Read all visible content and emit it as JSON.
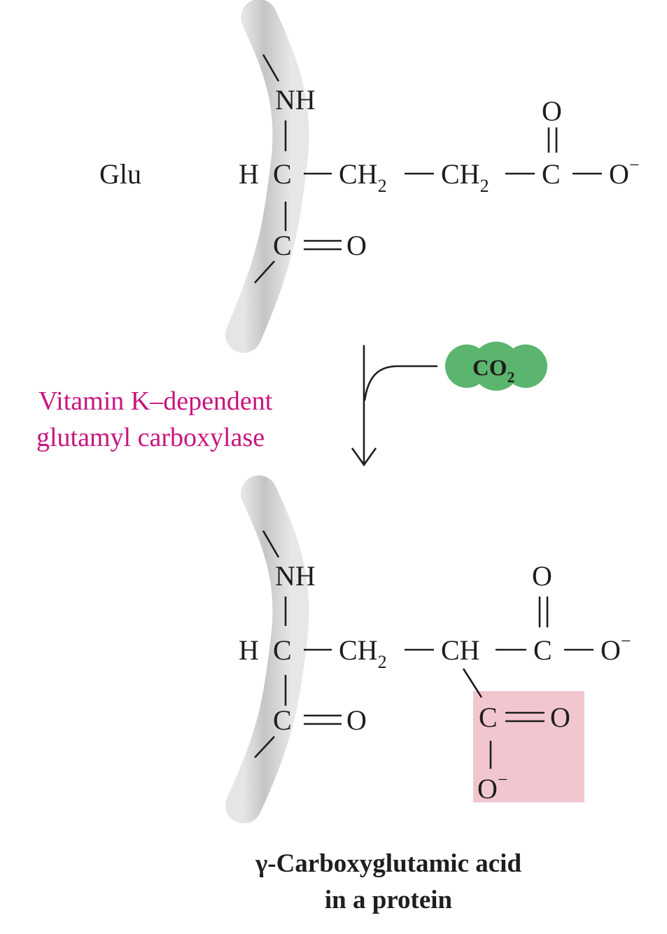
{
  "reactant": {
    "name": "Glu",
    "groups": {
      "nh": "NH",
      "h": "H",
      "c_alpha": "C",
      "ch2": "CH",
      "sub2": "2",
      "c_carboxyl": "C",
      "o_double": "O",
      "o_minus": "O",
      "charge": "−",
      "c_carbonyl": "C",
      "o_carbonyl": "O"
    }
  },
  "reaction": {
    "enzyme_line1": "Vitamin K–dependent",
    "enzyme_line2": "glutamyl carboxylase",
    "cosubstrate": "CO",
    "cosubstrate_sub": "2"
  },
  "product": {
    "groups": {
      "nh": "NH",
      "h": "H",
      "c_alpha": "C",
      "ch2": "CH",
      "sub2": "2",
      "ch": "CH",
      "c_carboxyl": "C",
      "o_double": "O",
      "o_minus": "O",
      "charge": "−",
      "c_carbonyl": "C",
      "o_carbonyl": "O",
      "new_c": "C",
      "new_o_double": "O",
      "new_o_minus": "O"
    },
    "caption_line1": "γ-Carboxyglutamic acid",
    "caption_line2": "in a protein"
  },
  "colors": {
    "backbone_ribbon": "#c9c9cb",
    "enzyme_text": "#c8157f",
    "co2_fill": "#5bb56e",
    "new_group_highlight": "#f2c6cf"
  }
}
